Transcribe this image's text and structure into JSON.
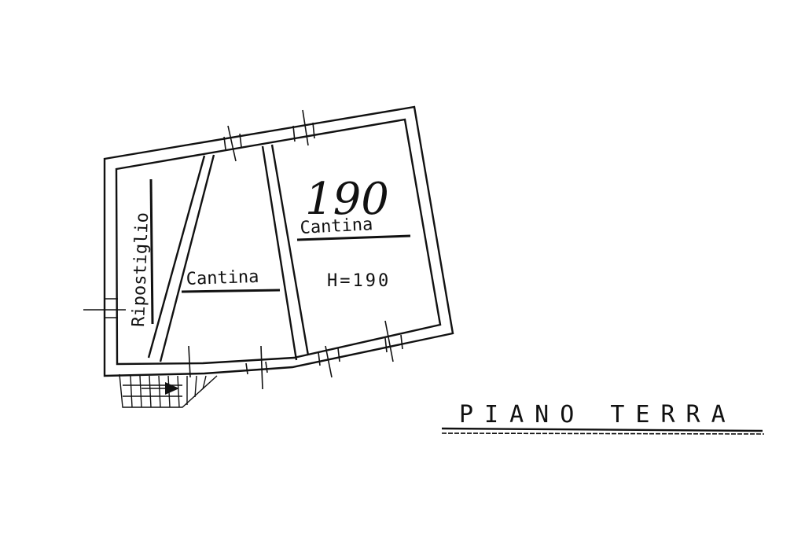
{
  "floor_title": "PIANO TERRA",
  "height_handwritten": "190",
  "rooms": {
    "ripostiglio": "Ripostiglio",
    "cantina_middle": "Cantina",
    "cantina_right": "Cantina"
  },
  "height_label": "H=190"
}
